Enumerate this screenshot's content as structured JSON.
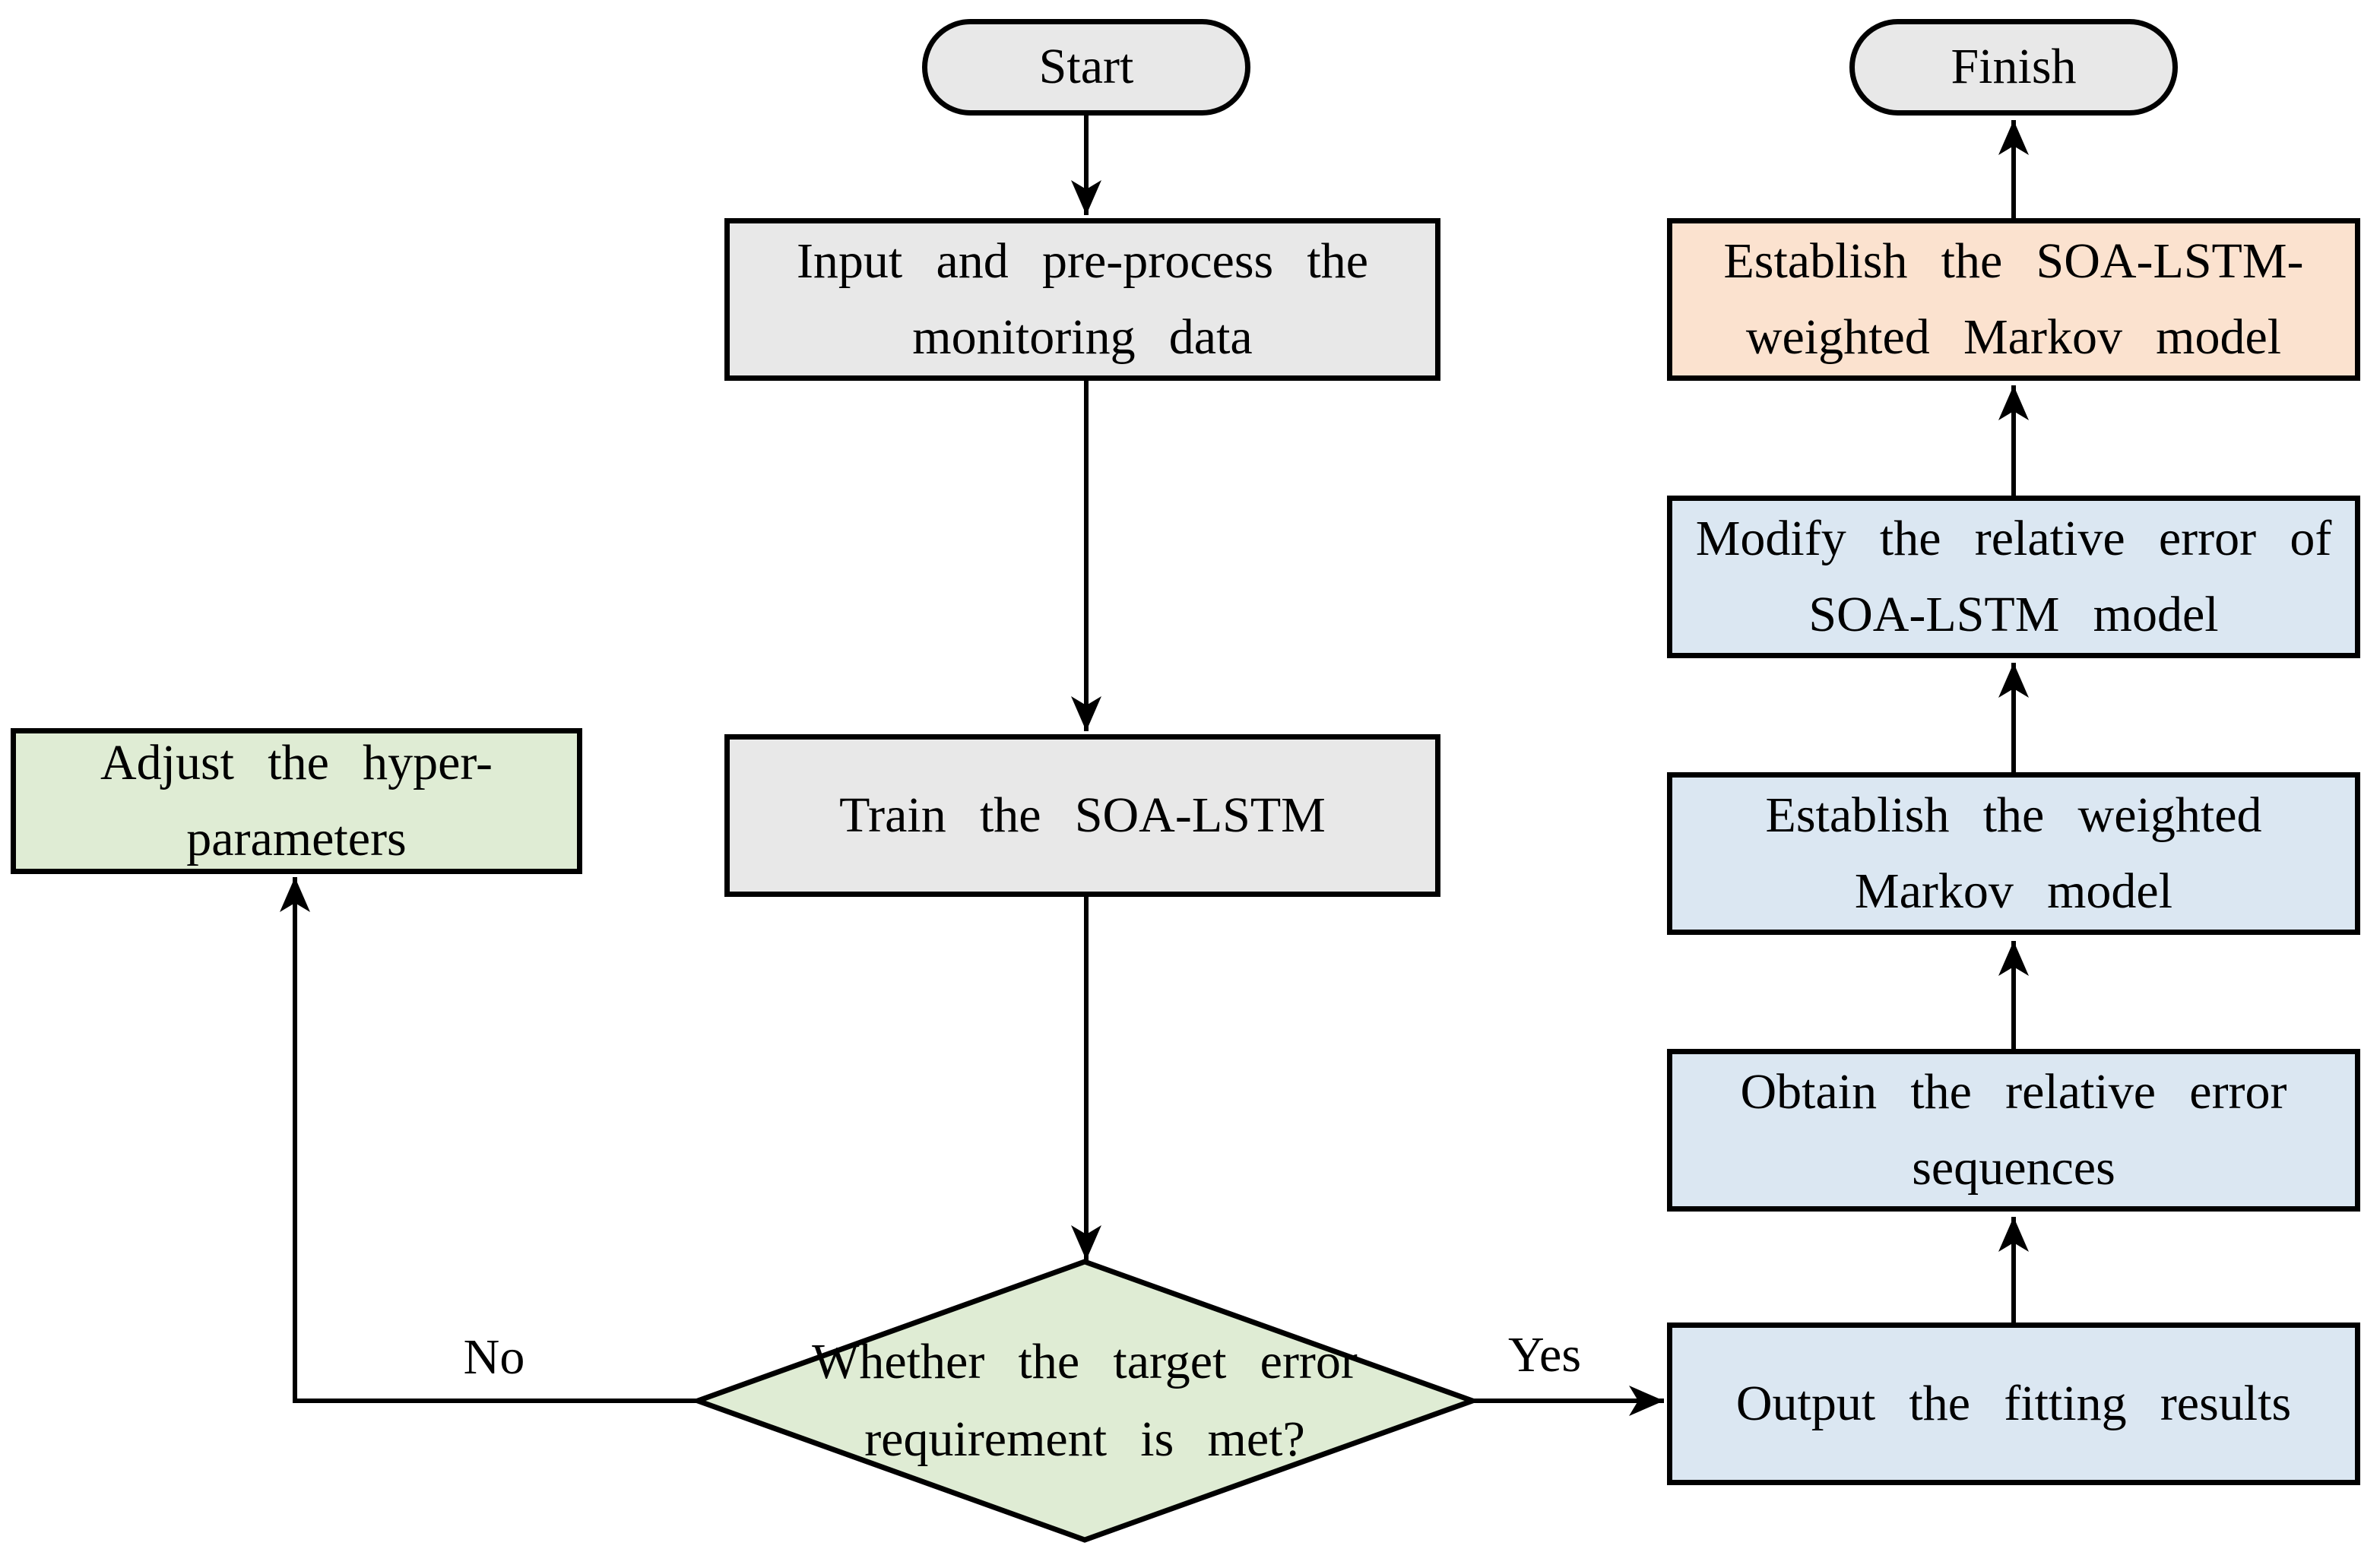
{
  "colors": {
    "gray": "#E8E8E8",
    "green": "#DFECD4",
    "blue": "#DBE7F2",
    "orange": "#FBE2CF",
    "border": "#000000"
  },
  "nodes": {
    "start": {
      "lines": [
        "Start"
      ]
    },
    "input": {
      "lines": [
        "Input and pre-process the",
        "monitoring data"
      ]
    },
    "train": {
      "lines": [
        "Train the SOA-LSTM"
      ]
    },
    "adjust": {
      "lines": [
        "Adjust the hyper-",
        "parameters"
      ]
    },
    "decision": {
      "lines": [
        "Whether the target error",
        "requirement is met?"
      ]
    },
    "output": {
      "lines": [
        "Output the fitting results"
      ]
    },
    "obtain": {
      "lines": [
        "Obtain the relative error",
        "sequences"
      ]
    },
    "weighted": {
      "lines": [
        "Establish the weighted",
        "Markov model"
      ]
    },
    "modify": {
      "lines": [
        "Modify the relative error of",
        "SOA-LSTM model"
      ]
    },
    "final": {
      "lines": [
        "Establish the SOA-LSTM-",
        "weighted Markov model"
      ]
    },
    "finish": {
      "lines": [
        "Finish"
      ]
    }
  },
  "edge_labels": {
    "yes": "Yes",
    "no": "No"
  }
}
